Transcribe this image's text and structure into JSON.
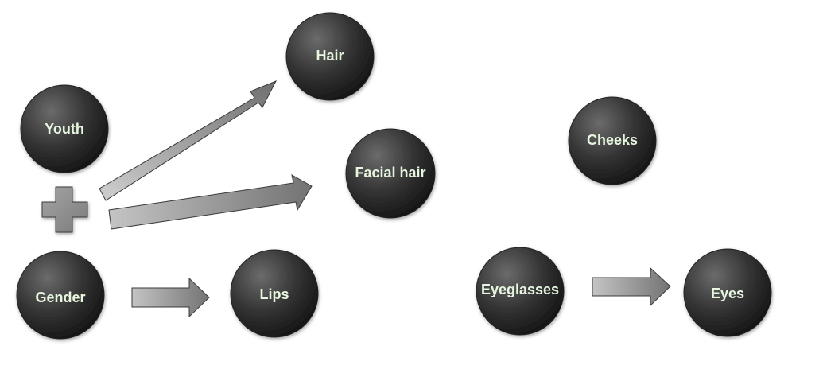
{
  "nodes": {
    "youth": "Youth",
    "gender": "Gender",
    "hair": "Hair",
    "facial_hair": "Facial hair",
    "lips": "Lips",
    "cheeks": "Cheeks",
    "eyeglasses": "Eyeglasses",
    "eyes": "Eyes"
  },
  "symbols": {
    "combine": "plus-icon"
  },
  "colors": {
    "node_fill_light": "#6b6b6b",
    "node_fill_dark": "#151515",
    "label_text": "#e6f6df",
    "arrow_light": "#c4c4c4",
    "arrow_dark": "#737373",
    "plus_fill": "#8e8e8e"
  }
}
